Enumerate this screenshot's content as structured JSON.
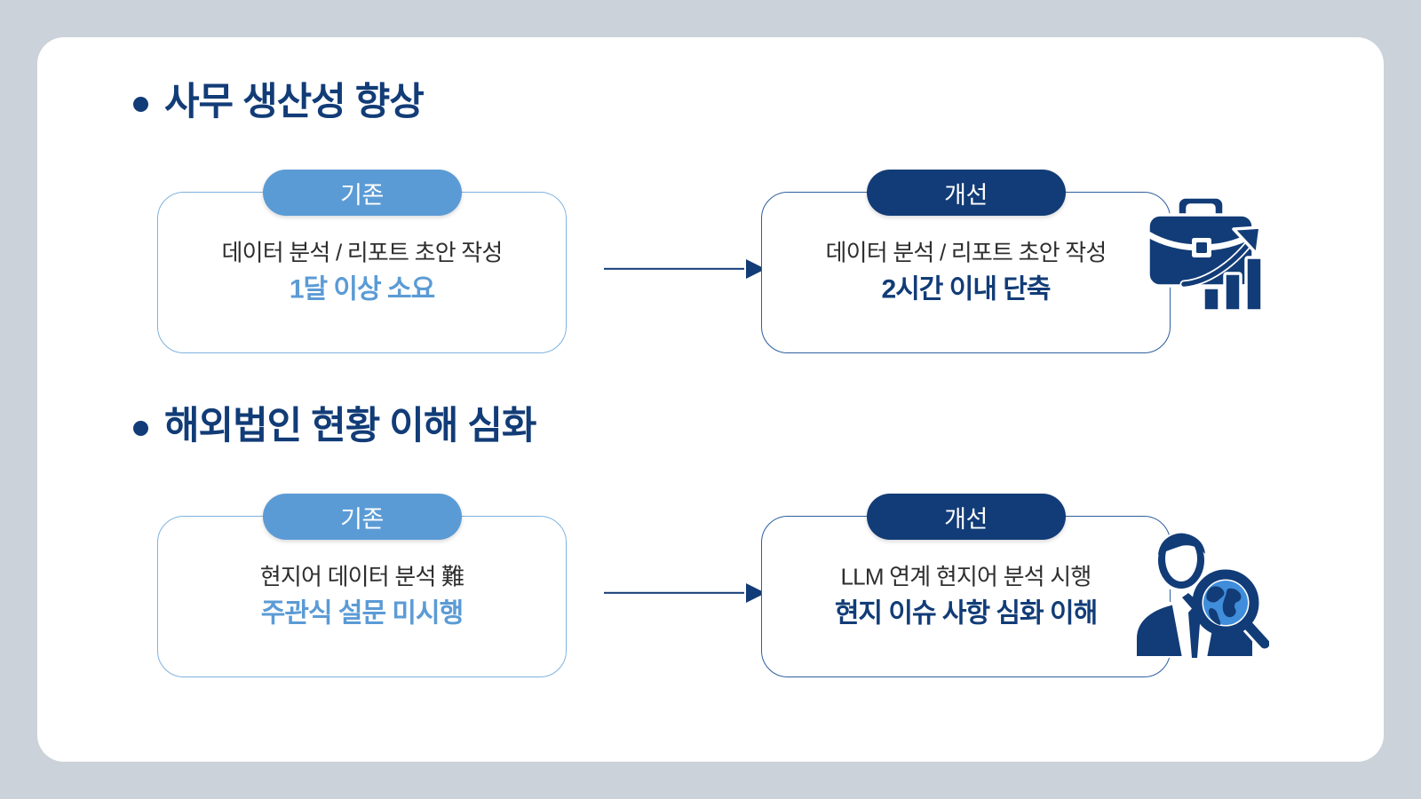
{
  "theme": {
    "page_background": "#ccd2d9",
    "panel_background": "#ffffff",
    "navy": "#123c77",
    "light_blue": "#5b9bd5",
    "body_text": "#2e2e2e",
    "before_border": "#7fb3e0",
    "after_border": "#2d5f9e"
  },
  "sections": [
    {
      "heading": "사무 생산성 향상",
      "before": {
        "badge": "기존",
        "line1": "데이터 분석 / 리포트 초안 작성",
        "line2": "1달 이상 소요"
      },
      "after": {
        "badge": "개선",
        "line1": "데이터 분석 / 리포트 초안 작성",
        "line2": "2시간 이내 단축"
      },
      "icon": "briefcase-growth-chart-icon"
    },
    {
      "heading": "해외법인 현황 이해 심화",
      "before": {
        "badge": "기존",
        "line1": "현지어 데이터 분석 難",
        "line2": "주관식 설문 미시행"
      },
      "after": {
        "badge": "개선",
        "line1": "LLM 연계 현지어 분석 시행",
        "line2": "현지 이슈 사항 심화 이해"
      },
      "icon": "analyst-globe-magnifier-icon"
    }
  ]
}
